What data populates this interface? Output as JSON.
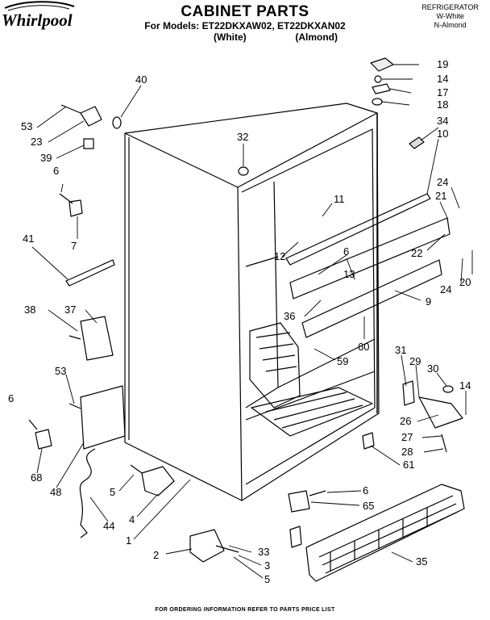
{
  "header": {
    "brand": "Whirlpool",
    "title": "CABINET PARTS",
    "models_prefix": "For Models:",
    "models": "ET22DKXAW02, ET22DKXAN02",
    "color_white": "(White)",
    "color_almond": "(Almond)"
  },
  "corner": {
    "product": "REFRIGERATOR",
    "code_white": "W-White",
    "code_almond": "N-Almond"
  },
  "footer": "FOR ORDERING INFORMATION REFER TO PARTS PRICE LIST",
  "callouts": [
    {
      "id": "c19",
      "text": "19"
    },
    {
      "id": "c14a",
      "text": "14"
    },
    {
      "id": "c17",
      "text": "17"
    },
    {
      "id": "c18",
      "text": "18"
    },
    {
      "id": "c40",
      "text": "40"
    },
    {
      "id": "c53a",
      "text": "53"
    },
    {
      "id": "c23",
      "text": "23"
    },
    {
      "id": "c39",
      "text": "39"
    },
    {
      "id": "c32",
      "text": "32"
    },
    {
      "id": "c34",
      "text": "34"
    },
    {
      "id": "c10",
      "text": "10"
    },
    {
      "id": "c6a",
      "text": "6"
    },
    {
      "id": "c7",
      "text": "7"
    },
    {
      "id": "c11",
      "text": "11"
    },
    {
      "id": "c24a",
      "text": "24"
    },
    {
      "id": "c21",
      "text": "21"
    },
    {
      "id": "c41",
      "text": "41"
    },
    {
      "id": "c12",
      "text": "12"
    },
    {
      "id": "c6b",
      "text": "6"
    },
    {
      "id": "c22",
      "text": "22"
    },
    {
      "id": "c13",
      "text": "13"
    },
    {
      "id": "c24b",
      "text": "24"
    },
    {
      "id": "c20",
      "text": "20"
    },
    {
      "id": "c9",
      "text": "9"
    },
    {
      "id": "c38",
      "text": "38"
    },
    {
      "id": "c37",
      "text": "37"
    },
    {
      "id": "c36",
      "text": "36"
    },
    {
      "id": "c60",
      "text": "60"
    },
    {
      "id": "c59",
      "text": "59"
    },
    {
      "id": "c31",
      "text": "31"
    },
    {
      "id": "c29",
      "text": "29"
    },
    {
      "id": "c30",
      "text": "30"
    },
    {
      "id": "c14b",
      "text": "14"
    },
    {
      "id": "c53b",
      "text": "53"
    },
    {
      "id": "c6c",
      "text": "6"
    },
    {
      "id": "c26",
      "text": "26"
    },
    {
      "id": "c27",
      "text": "27"
    },
    {
      "id": "c28",
      "text": "28"
    },
    {
      "id": "c68",
      "text": "68"
    },
    {
      "id": "c48",
      "text": "48"
    },
    {
      "id": "c61",
      "text": "61"
    },
    {
      "id": "c5a",
      "text": "5"
    },
    {
      "id": "c4",
      "text": "4"
    },
    {
      "id": "c6d",
      "text": "6"
    },
    {
      "id": "c65",
      "text": "65"
    },
    {
      "id": "c44",
      "text": "44"
    },
    {
      "id": "c1",
      "text": "1"
    },
    {
      "id": "c2",
      "text": "2"
    },
    {
      "id": "c33",
      "text": "33"
    },
    {
      "id": "c3",
      "text": "3"
    },
    {
      "id": "c5b",
      "text": "5"
    },
    {
      "id": "c35",
      "text": "35"
    }
  ]
}
